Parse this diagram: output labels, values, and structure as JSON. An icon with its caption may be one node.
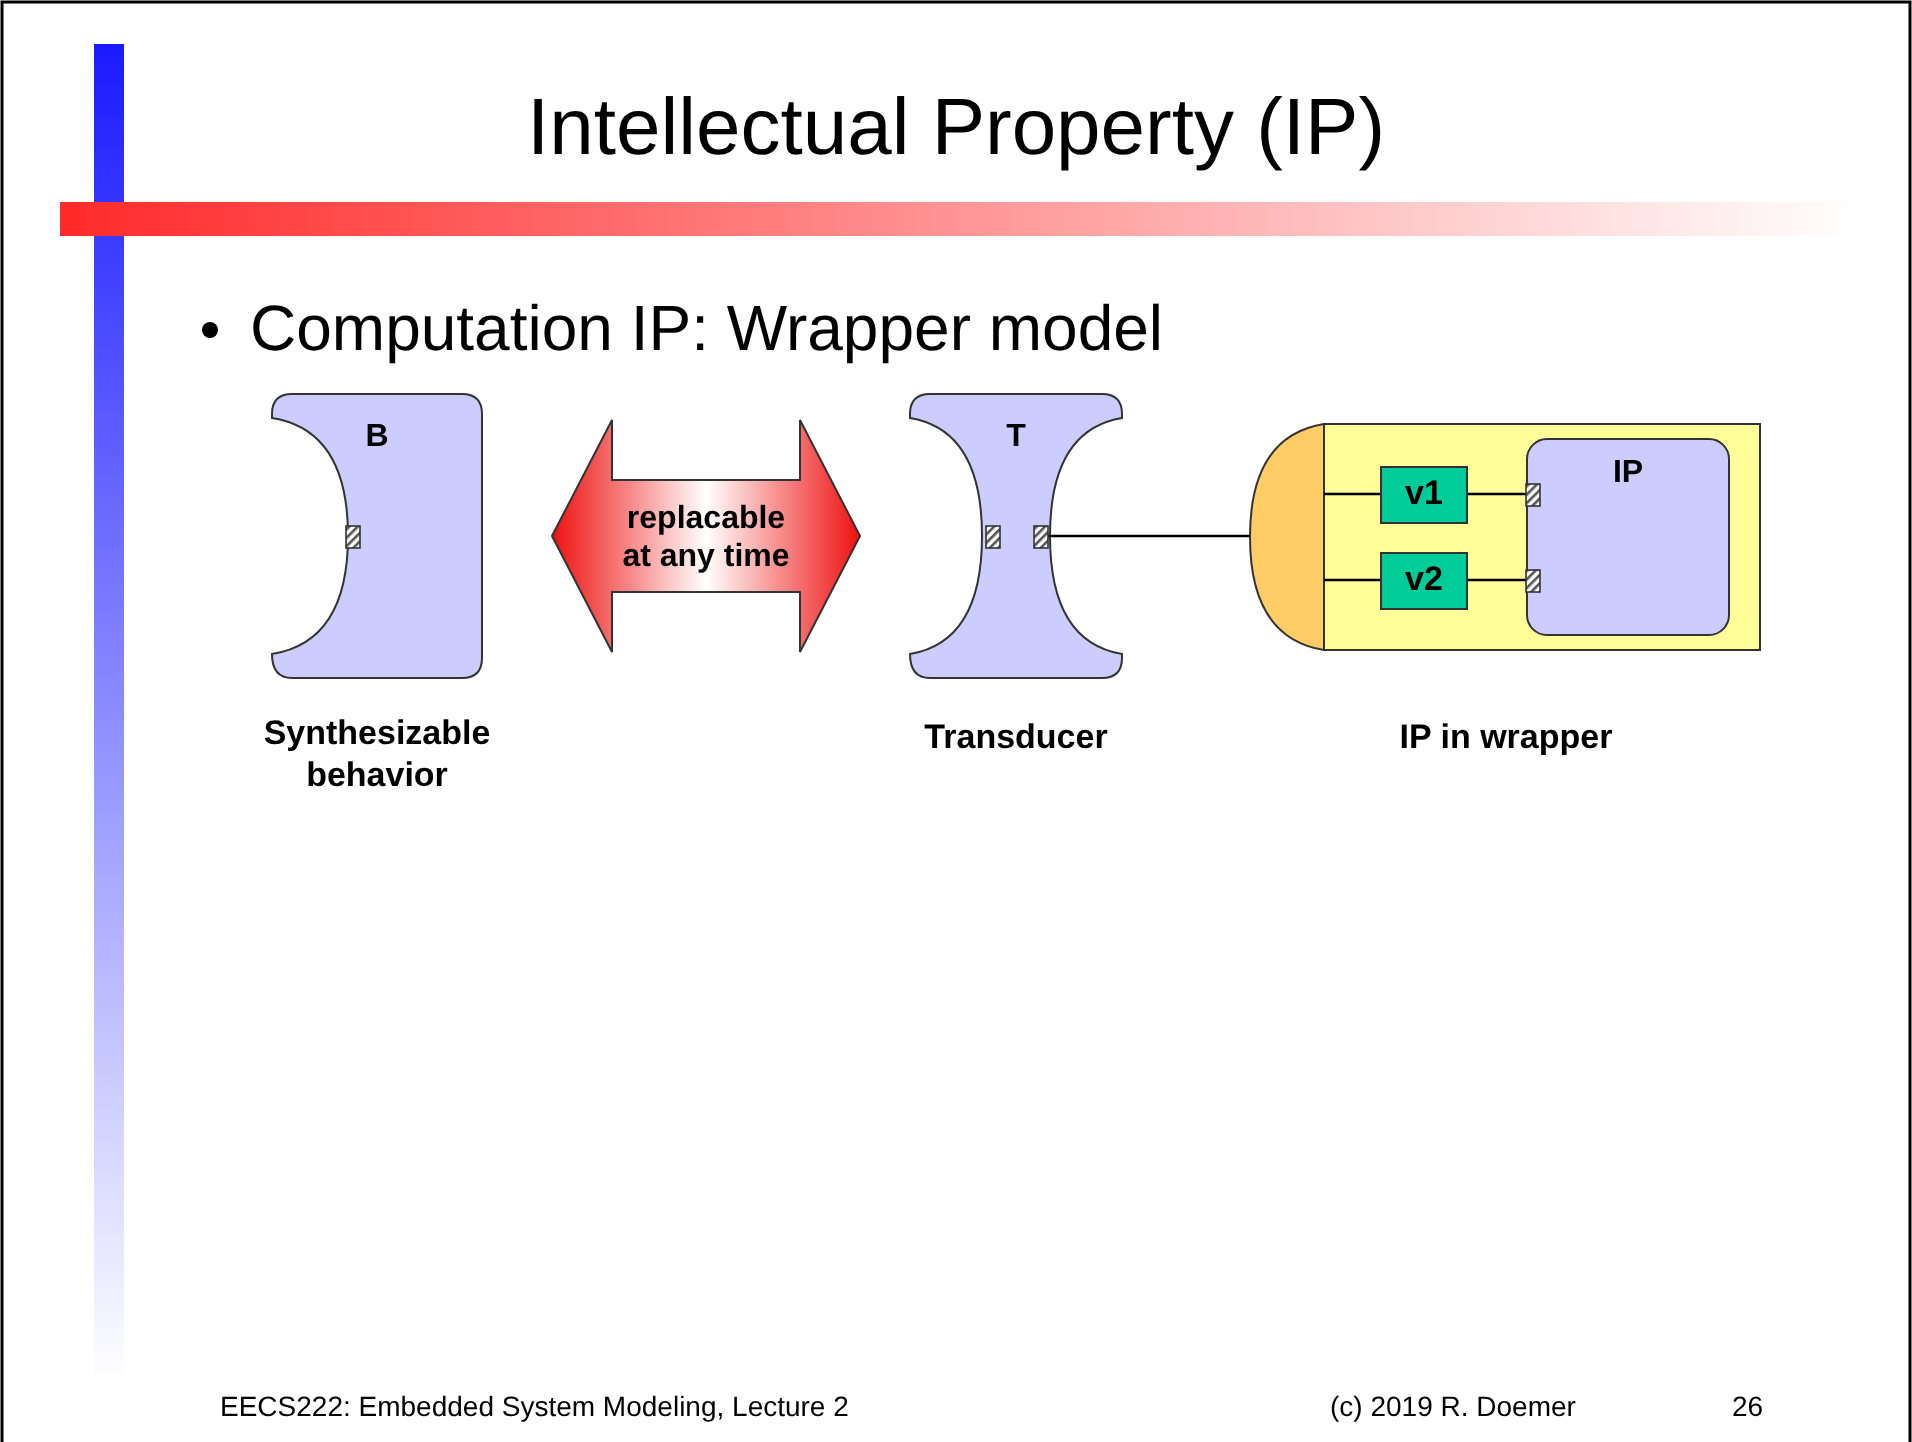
{
  "diagram": {
    "title": "Intellectual Property (IP)",
    "nodes": [
      {
        "text": [
          "B"
        ],
        "beside": [
          "Synthesizable behavior"
        ]
      },
      {
        "text": [
          "replacable at any time"
        ]
      },
      {
        "text": [
          "T"
        ],
        "beside": [
          "Transducer"
        ]
      },
      {
        "text": [],
        "shape": "semicircle"
      },
      {
        "text": [],
        "shape": "box",
        "beside": [
          "IP in wrapper"
        ]
      },
      {
        "text": [
          "v1"
        ],
        "in": 4
      },
      {
        "text": [
          "v2"
        ],
        "in": 4
      },
      {
        "text": [
          "IP"
        ],
        "in": 4
      }
    ],
    "edges": [
      {
        "from": 2,
        "to": 3,
        "arrow": "none"
      },
      {
        "from": 3,
        "to": 5,
        "arrow": "none"
      },
      {
        "from": 5,
        "to": 7,
        "arrow": "none"
      },
      {
        "from": 3,
        "to": 6,
        "arrow": "none"
      },
      {
        "from": 6,
        "to": 7,
        "arrow": "none"
      }
    ],
    "labels": [
      "Computation IP: Wrapper model",
      "EECS222: Embedded System Modeling, Lecture 2",
      "(c) 2019 R. Doemer",
      "26"
    ]
  }
}
